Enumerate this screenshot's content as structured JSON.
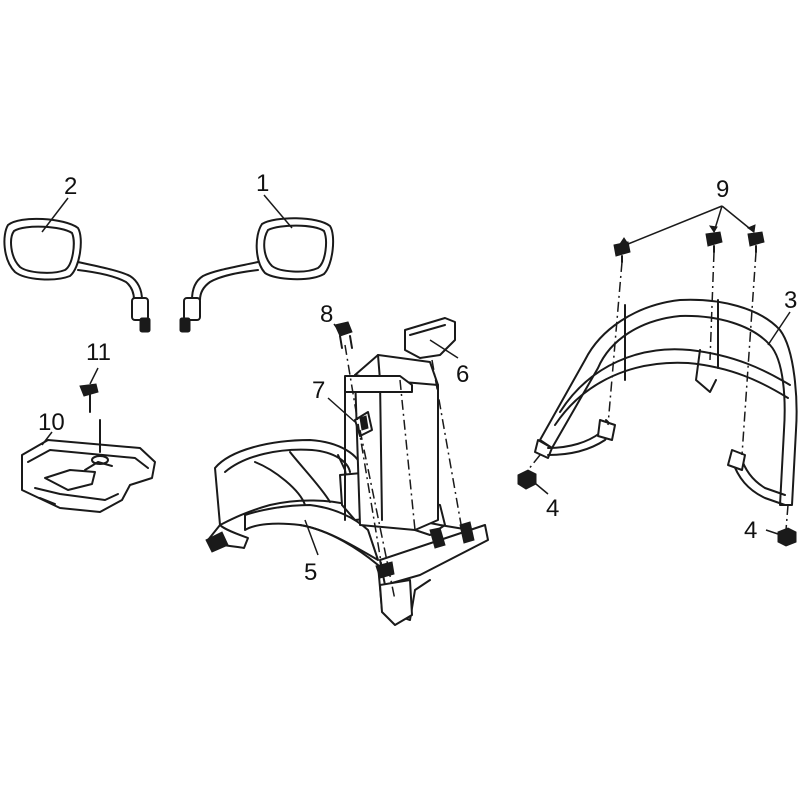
{
  "callouts": {
    "c1": "1",
    "c2": "2",
    "c3": "3",
    "c4a": "4",
    "c4b": "4",
    "c5": "5",
    "c6": "6",
    "c7": "7",
    "c8": "8",
    "c9": "9",
    "c10": "10",
    "c11": "11"
  },
  "colors": {
    "line": "#1a1a1a",
    "background": "#ffffff"
  }
}
